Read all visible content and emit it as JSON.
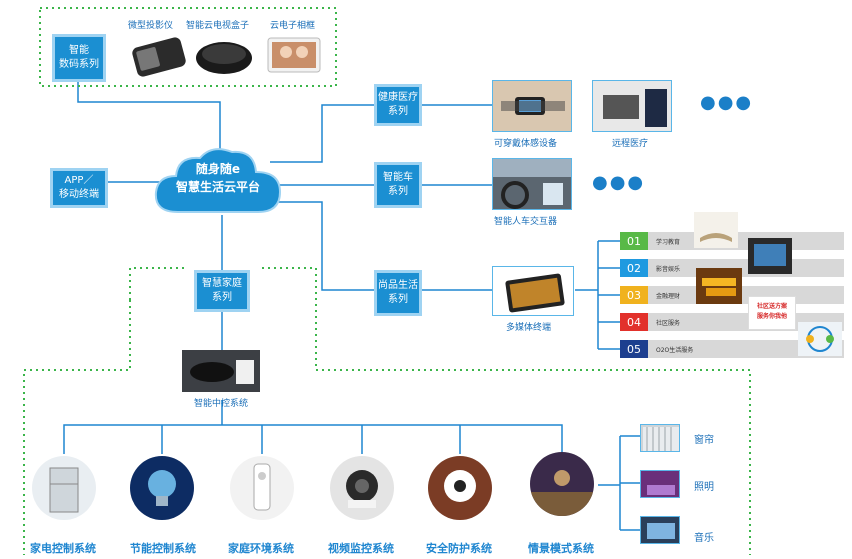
{
  "cloud": {
    "line1": "随身随e",
    "line2": "智慧生活云平台"
  },
  "boxes": {
    "digital": "智能\n数码系列",
    "app": "APP／\n移动终端",
    "health": "健康医疗\n系列",
    "car": "智能车\n系列",
    "home": "智慧家庭\n系列",
    "life": "尚品生活\n系列"
  },
  "digital_items": [
    "微型投影仪",
    "智能云电视盒子",
    "云电子相框"
  ],
  "health_items": [
    "可穿戴体感设备",
    "远程医疗"
  ],
  "car_items": [
    "智能人车交互器"
  ],
  "life_items": [
    "多媒体终端"
  ],
  "more": "●●●",
  "services": [
    {
      "num": "01",
      "label": "学习教育",
      "color": "#58b947"
    },
    {
      "num": "02",
      "label": "影音娱乐",
      "color": "#1f9ae0"
    },
    {
      "num": "03",
      "label": "金融理财",
      "color": "#f0b21e"
    },
    {
      "num": "04",
      "label": "社区服务",
      "color": "#e2312b"
    },
    {
      "num": "05",
      "label": "O2O生活服务",
      "color": "#1d3f8f"
    }
  ],
  "community_poster": "社区送方案\n服务你我他",
  "hub": "智能中控系统",
  "systems": [
    "家电控制系统",
    "节能控制系统",
    "家庭环境系统",
    "视频监控系统",
    "安全防护系统",
    "情景模式系统"
  ],
  "scenes": [
    "窗帘",
    "照明",
    "音乐"
  ],
  "colors": {
    "primary": "#1b8fd2",
    "line": "#1f86d0",
    "dotted": "#3bb54a"
  }
}
